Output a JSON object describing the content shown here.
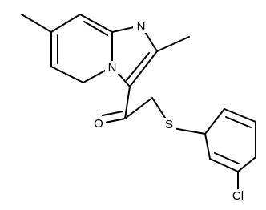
{
  "molecule": {
    "atoms": {
      "n_imidazole": "N",
      "n_bridge": "N",
      "oxygen": "O",
      "sulfur": "S",
      "chlorine": "Cl"
    }
  }
}
